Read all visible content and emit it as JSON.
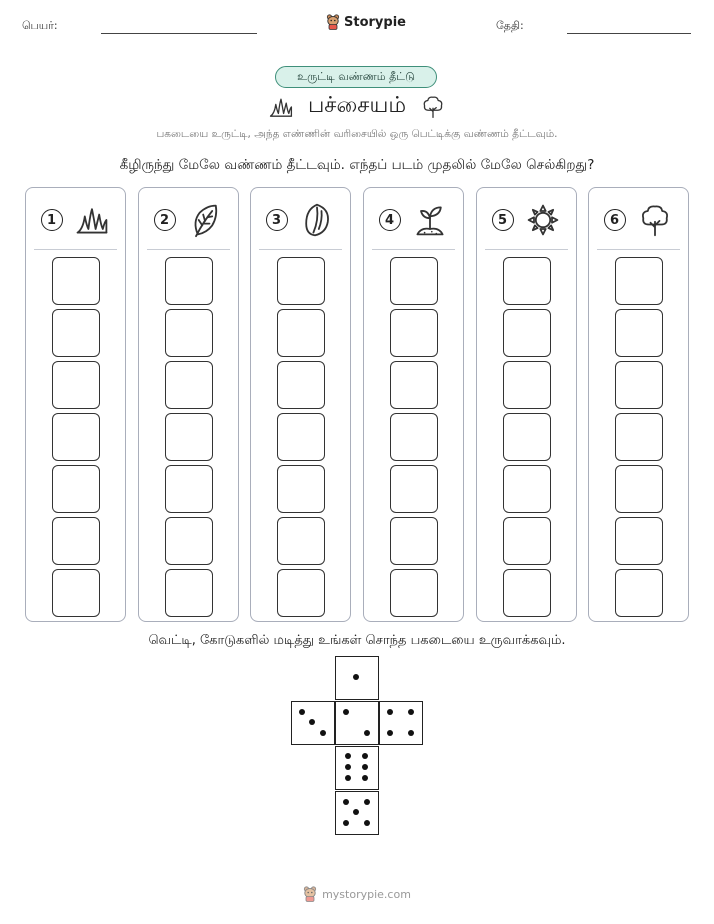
{
  "header": {
    "name_label": "பெயர்:",
    "date_label": "தேதி:",
    "brand": "Storypie"
  },
  "badge": "உருட்டி வண்ணம் தீட்டு",
  "title": "பச்சையம்",
  "subtitle": "பகடையை உருட்டி, அந்த எண்ணின் வரிசையில் ஒரு பெட்டிக்கு வண்ணம் தீட்டவும்.",
  "question": "கீழிருந்து மேலே வண்ணம் தீட்டவும். எந்தப் படம் முதலில் மேலே செல்கிறது?",
  "columns": [
    {
      "number": "1",
      "icon": "grass-icon"
    },
    {
      "number": "2",
      "icon": "leaf-icon"
    },
    {
      "number": "3",
      "icon": "seed-icon"
    },
    {
      "number": "4",
      "icon": "sprout-icon"
    },
    {
      "number": "5",
      "icon": "sun-icon"
    },
    {
      "number": "6",
      "icon": "tree-icon"
    }
  ],
  "boxes_per_column": 7,
  "cut_instruction": "வெட்டி, கோடுகளில் மடித்து உங்கள் சொந்த பகடையை உருவாக்கவும்.",
  "dice_faces": [
    1,
    3,
    2,
    4,
    6,
    5
  ],
  "footer": "mystorypie.com",
  "colors": {
    "badge_bg": "#d9f1ea",
    "badge_border": "#3f8f7a",
    "column_border": "#a9aebb"
  }
}
